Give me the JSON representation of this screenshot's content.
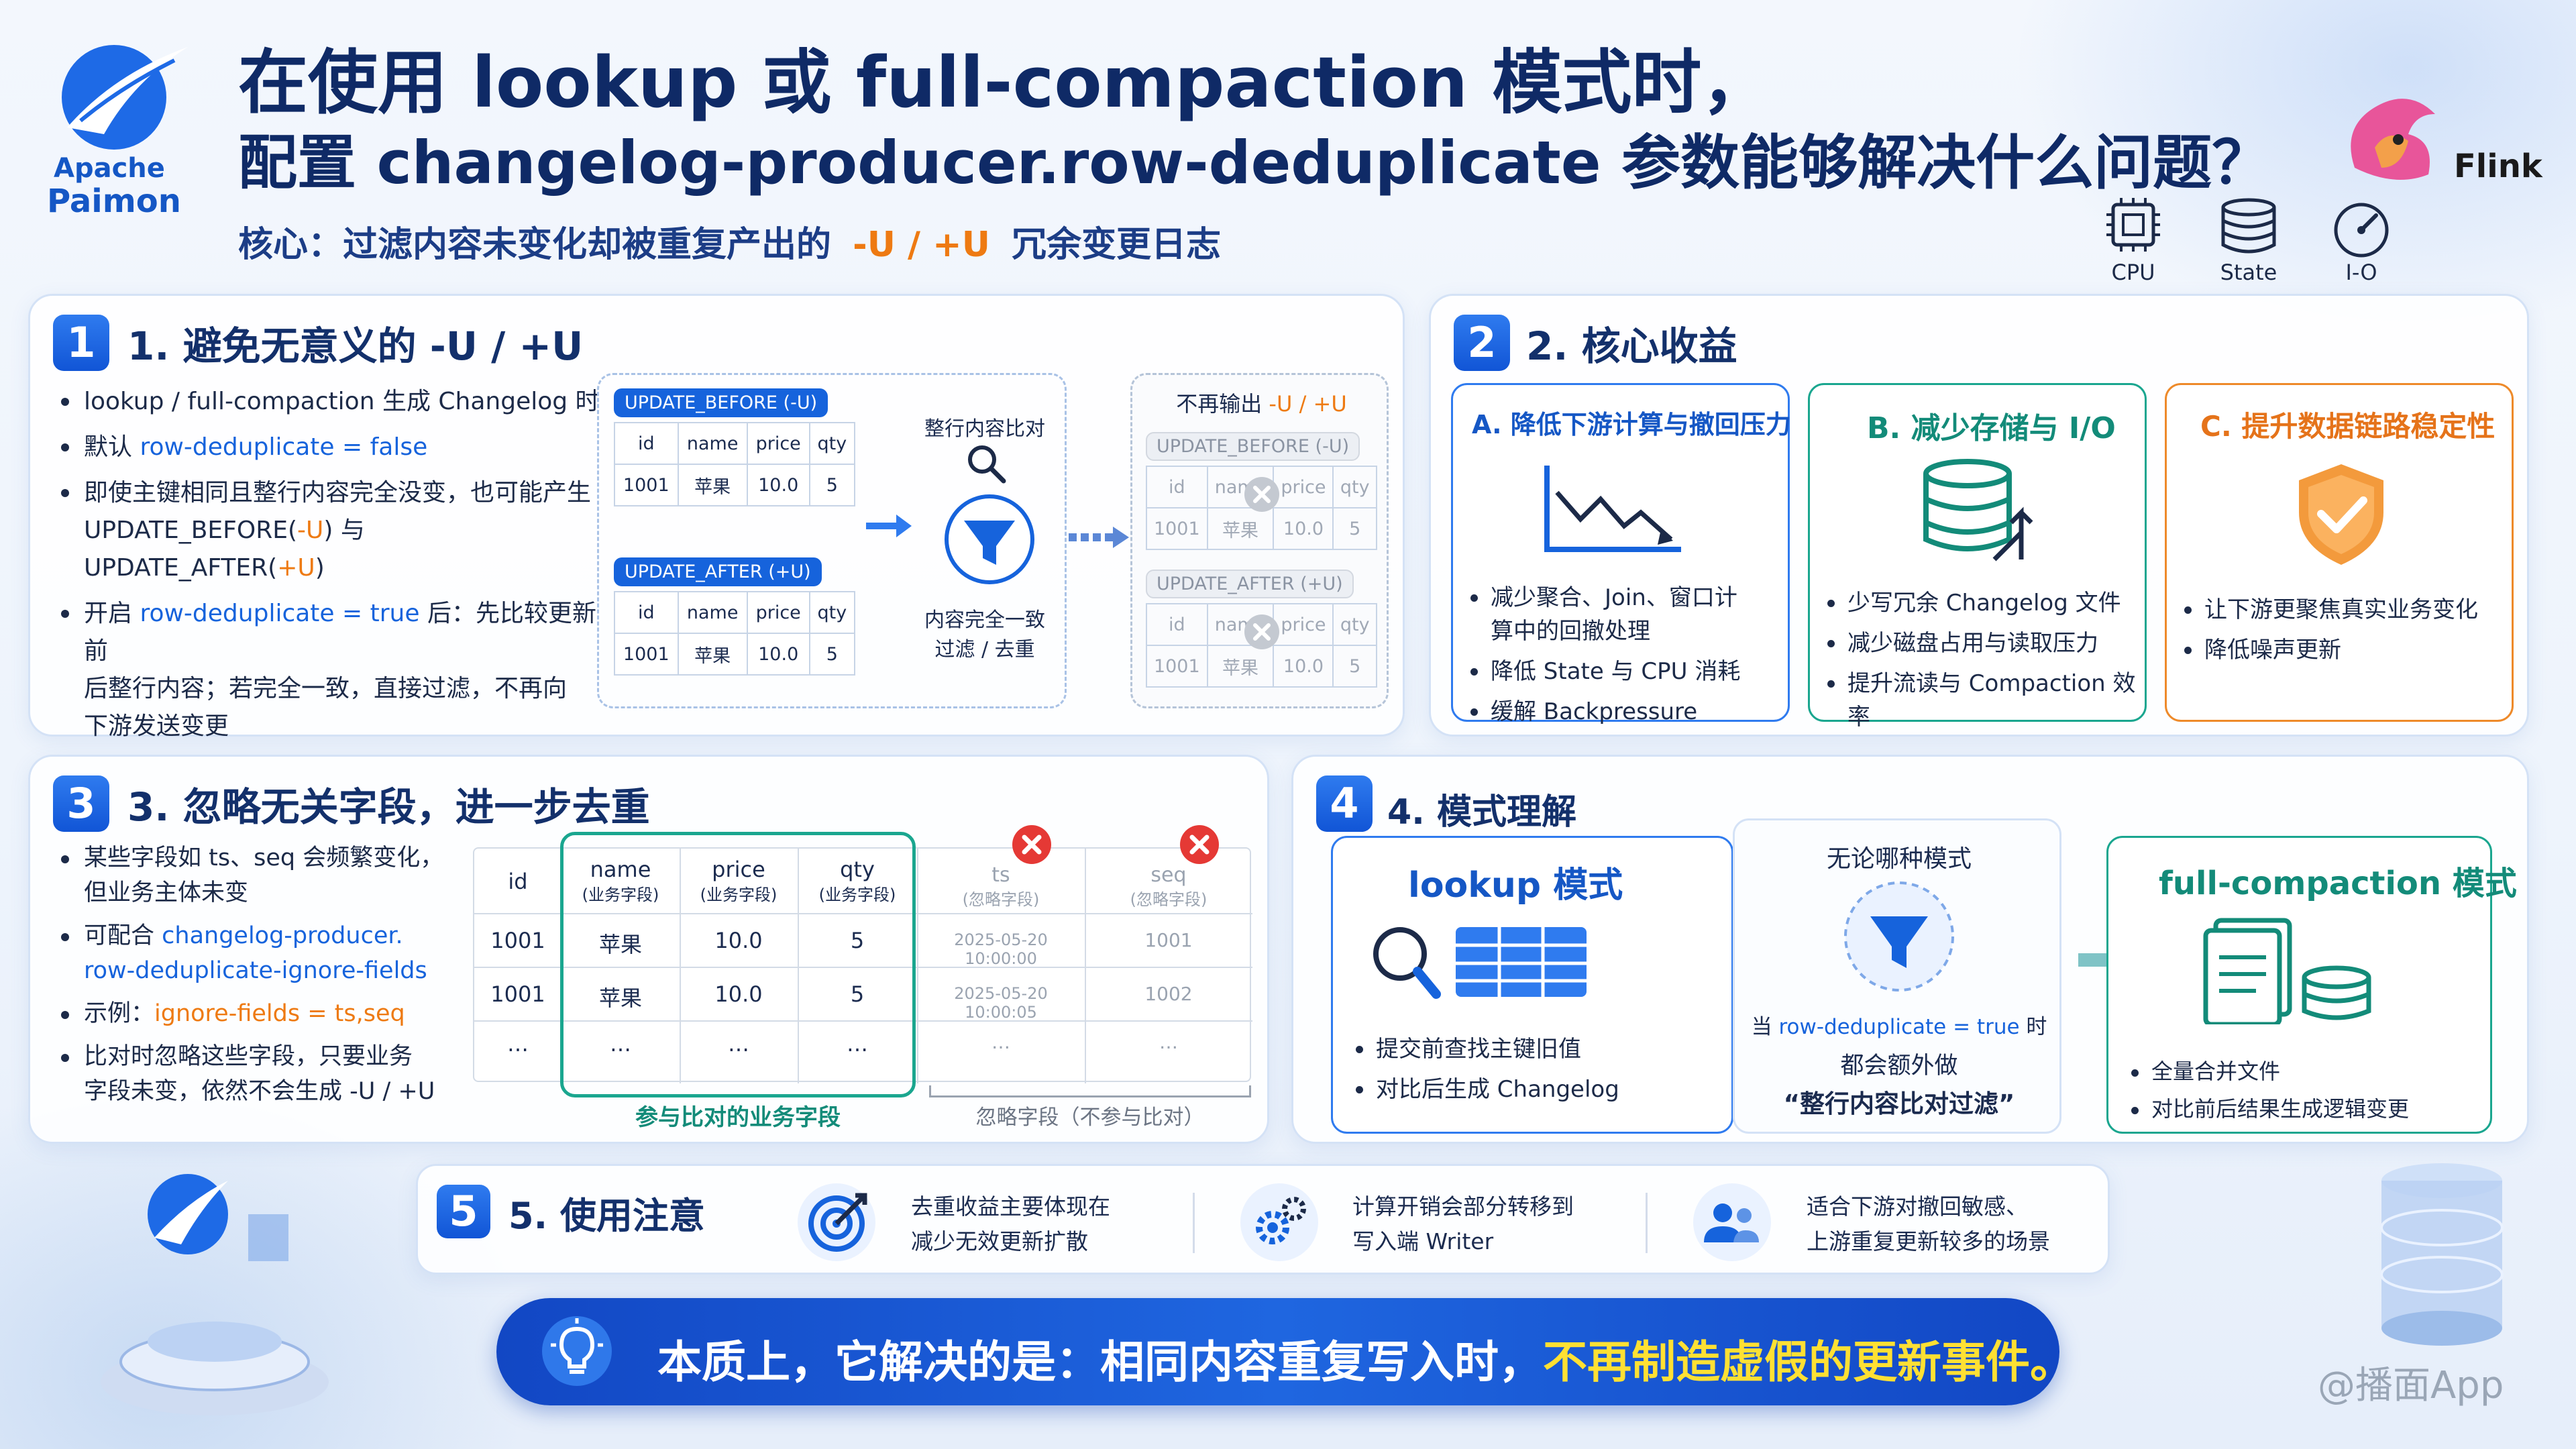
{
  "header": {
    "brand_line1": "Apache",
    "brand_line2": "Paimon",
    "title_line1": "在使用 lookup 或 full-compaction 模式时，",
    "title_line2": "配置 changelog-producer.row-deduplicate 参数能够解决什么问题？",
    "subtitle_prefix": "核心：过滤内容未变化却被重复产出的",
    "subtitle_highlight": "-U / +U",
    "subtitle_suffix": "冗余变更日志",
    "flink_label": "Flink",
    "icons": [
      {
        "label": "CPU",
        "icon": "cpu-icon"
      },
      {
        "label": "State",
        "icon": "database-icon"
      },
      {
        "label": "I-O",
        "icon": "gauge-icon"
      }
    ]
  },
  "s1": {
    "num": "1",
    "title": "1. 避免无意义的 -U / +U",
    "b1": "lookup / full-compaction 生成 Changelog 时",
    "b2_prefix": "默认 ",
    "b2_code": "row-deduplicate = false",
    "b3_line1": "即使主键相同且整行内容完全没变，也可能产生",
    "b3_a": "UPDATE_BEFORE(",
    "b3_u1": "-U",
    "b3_b": ") 与 UPDATE_AFTER(",
    "b3_u2": "+U",
    "b3_c": ")",
    "b4_prefix": "开启 ",
    "b4_code": "row-deduplicate = true",
    "b4_line1_rest": " 后：先比较更新前",
    "b4_line2": "后整行内容；若完全一致，直接过滤，不再向",
    "b4_line3": "下游发送变更",
    "tag_before": "UPDATE_BEFORE (-U)",
    "tag_after": "UPDATE_AFTER (+U)",
    "table_header": [
      "id",
      "name",
      "price",
      "qty"
    ],
    "table_row": [
      "1001",
      "苹果",
      "10.0",
      "5"
    ],
    "compare_label": "整行内容比对",
    "result_line1": "内容完全一致",
    "result_line2": "过滤 / 去重",
    "no_output_prefix": "不再输出 ",
    "no_output_highlight": "-U / +U",
    "gray_tag_before": "UPDATE_BEFORE (-U)",
    "gray_tag_after": "UPDATE_AFTER (+U)"
  },
  "s2": {
    "num": "2",
    "title": "2. 核心收益",
    "a_title": "A. 降低下游计算与撤回压力",
    "a_b1_l1": "减少聚合、Join、窗口计",
    "a_b1_l2": "算中的回撤处理",
    "a_b2": "降低 State 与 CPU 消耗",
    "a_b3": "缓解 Backpressure",
    "b_title": "B. 减少存储与 I/O",
    "b_b1": "少写冗余 Changelog 文件",
    "b_b2": "减少磁盘占用与读取压力",
    "b_b3": "提升流读与 Compaction 效率",
    "c_title": "C. 提升数据链路稳定性",
    "c_b1": "让下游更聚焦真实业务变化",
    "c_b2": "降低噪声更新"
  },
  "s3": {
    "num": "3",
    "title": "3. 忽略无关字段，进一步去重",
    "b1_l1": "某些字段如 ts、seq 会频繁变化，",
    "b1_l2": "但业务主体未变",
    "b2_prefix": "可配合 ",
    "b2_code_l1": "changelog-producer.",
    "b2_code_l2": "row-deduplicate-ignore-fields",
    "b3_prefix": "示例：",
    "b3_code": "ignore-fields = ts,seq",
    "b4_l1": "比对时忽略这些字段，只要业务",
    "b4_l2": "字段未变，依然不会生成 -U / +U",
    "headers": [
      {
        "name": "id",
        "sub": ""
      },
      {
        "name": "name",
        "sub": "(业务字段)"
      },
      {
        "name": "price",
        "sub": "(业务字段)"
      },
      {
        "name": "qty",
        "sub": "(业务字段)"
      },
      {
        "name": "ts",
        "sub": "(忽略字段)"
      },
      {
        "name": "seq",
        "sub": "(忽略字段)"
      }
    ],
    "rows": [
      [
        "1001",
        "苹果",
        "10.0",
        "5",
        "2025-05-20 10:00:00",
        "1001"
      ],
      [
        "1001",
        "苹果",
        "10.0",
        "5",
        "2025-05-20 10:00:05",
        "1002"
      ],
      [
        "…",
        "…",
        "…",
        "…",
        "…",
        "…"
      ]
    ],
    "biz_caption": "参与比对的业务字段",
    "ignore_caption": "忽略字段（不参与比对）"
  },
  "s4": {
    "num": "4",
    "title": "4. 模式理解",
    "lookup_title": "lookup 模式",
    "lookup_b1": "提交前查找主键旧值",
    "lookup_b2": "对比后生成 Changelog",
    "mid_title": "无论哪种模式",
    "mid_l1_prefix": "当 ",
    "mid_l1_code": "row-deduplicate = true",
    "mid_l1_suffix": " 时",
    "mid_l2": "都会额外做",
    "mid_l3": "“整行内容比对过滤”",
    "fc_title": "full-compaction 模式",
    "fc_b1": "全量合并文件",
    "fc_b2": "对比前后结果生成逻辑变更"
  },
  "s5": {
    "num": "5",
    "title": "5. 使用注意",
    "n1_l1": "去重收益主要体现在",
    "n1_l2": "减少无效更新扩散",
    "n2_l1": "计算开销会部分转移到",
    "n2_l2": "写入端 Writer",
    "n3_l1": "适合下游对撤回敏感、",
    "n3_l2": "上游重复更新较多的场景"
  },
  "banner": {
    "prefix": "本质上，它解决的是：相同内容重复写入时，",
    "highlight": "不再制造虚假的更新事件。"
  },
  "watermark": "@播面App",
  "colors": {
    "primary": "#1663dc",
    "orange": "#ee7a12",
    "teal": "#1aa68f",
    "red": "#e53935",
    "banner_bg": "#1554cf",
    "banner_highlight": "#ffe033"
  }
}
